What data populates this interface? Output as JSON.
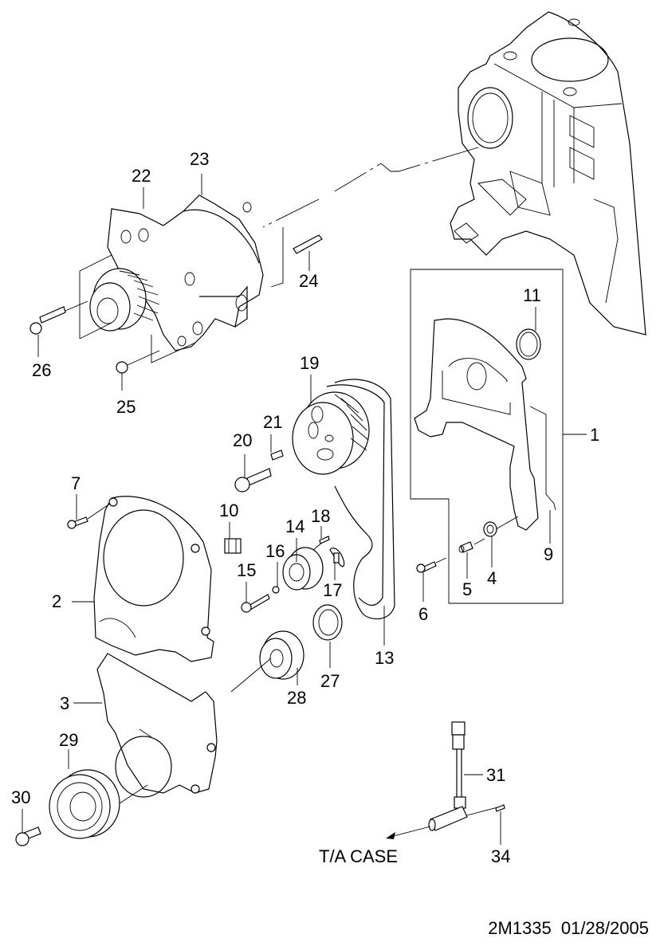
{
  "diagram": {
    "title": "Timing belt / water pump / front cover exploded view",
    "callouts": [
      {
        "id": "1"
      },
      {
        "id": "2"
      },
      {
        "id": "3"
      },
      {
        "id": "4"
      },
      {
        "id": "5"
      },
      {
        "id": "6"
      },
      {
        "id": "7"
      },
      {
        "id": "9"
      },
      {
        "id": "10"
      },
      {
        "id": "11"
      },
      {
        "id": "13"
      },
      {
        "id": "14"
      },
      {
        "id": "15"
      },
      {
        "id": "16"
      },
      {
        "id": "17"
      },
      {
        "id": "18"
      },
      {
        "id": "19"
      },
      {
        "id": "20"
      },
      {
        "id": "21"
      },
      {
        "id": "22"
      },
      {
        "id": "23"
      },
      {
        "id": "24"
      },
      {
        "id": "25"
      },
      {
        "id": "26"
      },
      {
        "id": "27"
      },
      {
        "id": "28"
      },
      {
        "id": "29"
      },
      {
        "id": "30"
      },
      {
        "id": "31"
      },
      {
        "id": "34"
      }
    ],
    "annotation": "T/A CASE",
    "footer": {
      "code": "2M1335",
      "date": "01/28/2005"
    }
  }
}
